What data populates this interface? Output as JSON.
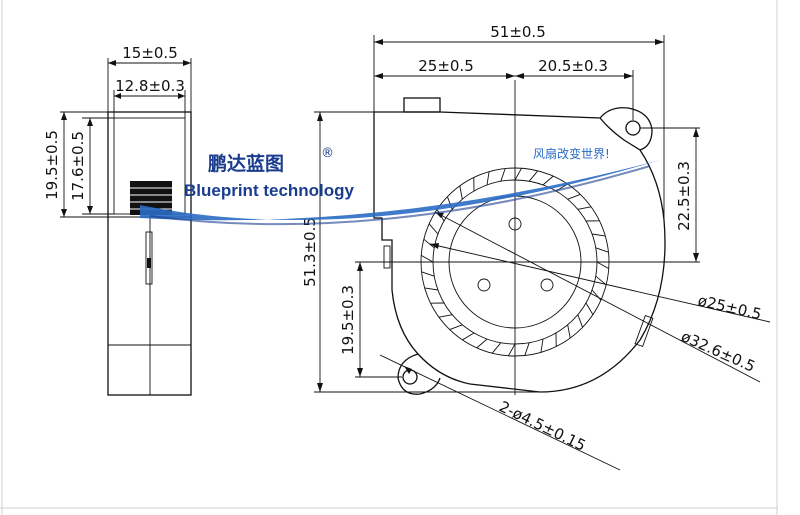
{
  "watermark": {
    "brand_cn": "鹏达蓝图",
    "registered_mark": "®",
    "brand_en": "Blueprint technology",
    "slogan": "风扇改变世界!"
  },
  "side_view": {
    "overall_width": "15±0.5",
    "inner_width": "12.8±0.3",
    "outer_height": "19.5±0.5",
    "inner_height": "17.6±0.5"
  },
  "front_view": {
    "overall_width": "51±0.5",
    "left_to_center": "25±0.5",
    "center_to_hole": "20.5±0.3",
    "overall_height": "51.3±0.5",
    "hole_to_center_vertical": "22.5±0.3",
    "lower_hole_to_center": "19.5±0.3",
    "hub_diameter": "ø25±0.5",
    "impeller_diameter": "ø32.6±0.5",
    "mounting_holes": "2-ø4.5±0.15"
  },
  "colors": {
    "line": "#111111",
    "brand_blue": "#1a3d8f",
    "swoosh_blue": "#2b6cc4",
    "frame_border": "#cccccc"
  }
}
